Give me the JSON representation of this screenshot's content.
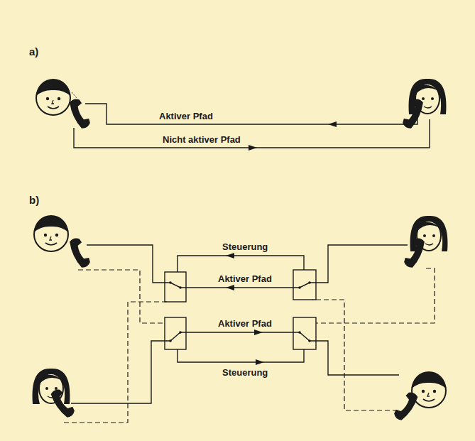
{
  "diagram": {
    "labels": [
      "a)",
      "Aktiver Pfad",
      "Nicht aktiver Pfad",
      "b)",
      "Steuerung",
      "Aktiver Pfad",
      "Aktiver Pfad",
      "Steuerung"
    ]
  }
}
